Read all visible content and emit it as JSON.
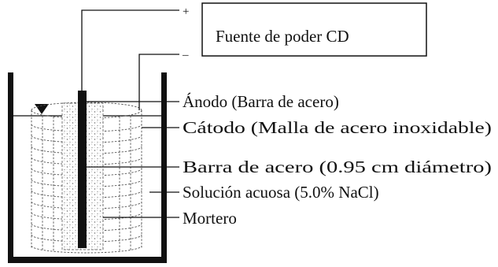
{
  "power_source": {
    "label": "Fuente de poder CD"
  },
  "terminals": {
    "positive": "+",
    "negative": "–"
  },
  "labels": {
    "anode": "Ánodo (Barra de acero)",
    "cathode": "Cátodo (Malla de acero inoxidable)",
    "rebar": "Barra de acero (0.95 cm diámetro)",
    "solution": "Solución acuosa (5.0% NaCl)",
    "mortar": "Mortero"
  },
  "colors": {
    "ink": "#111111",
    "background": "#ffffff"
  }
}
